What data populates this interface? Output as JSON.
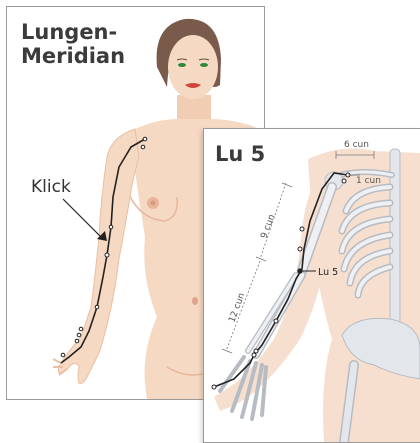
{
  "back_card": {
    "title_line1": "Lungen-",
    "title_line2": "Meridian",
    "pointer_label": "Klick"
  },
  "front_card": {
    "title": "Lu 5",
    "point_label": "Lu 5",
    "measure_top": "6 cun",
    "measure_side": "1 cun",
    "measure_upper_arm": "9 cun",
    "measure_forearm": "12 cun"
  },
  "colors": {
    "skin": "#f6d9c3",
    "skin_shade": "#e9bfa3",
    "bone": "#e3e6ea",
    "meridian": "#222222",
    "hair": "#7a5a4b",
    "eyes": "#2a8a3a",
    "lips": "#d2453c"
  }
}
